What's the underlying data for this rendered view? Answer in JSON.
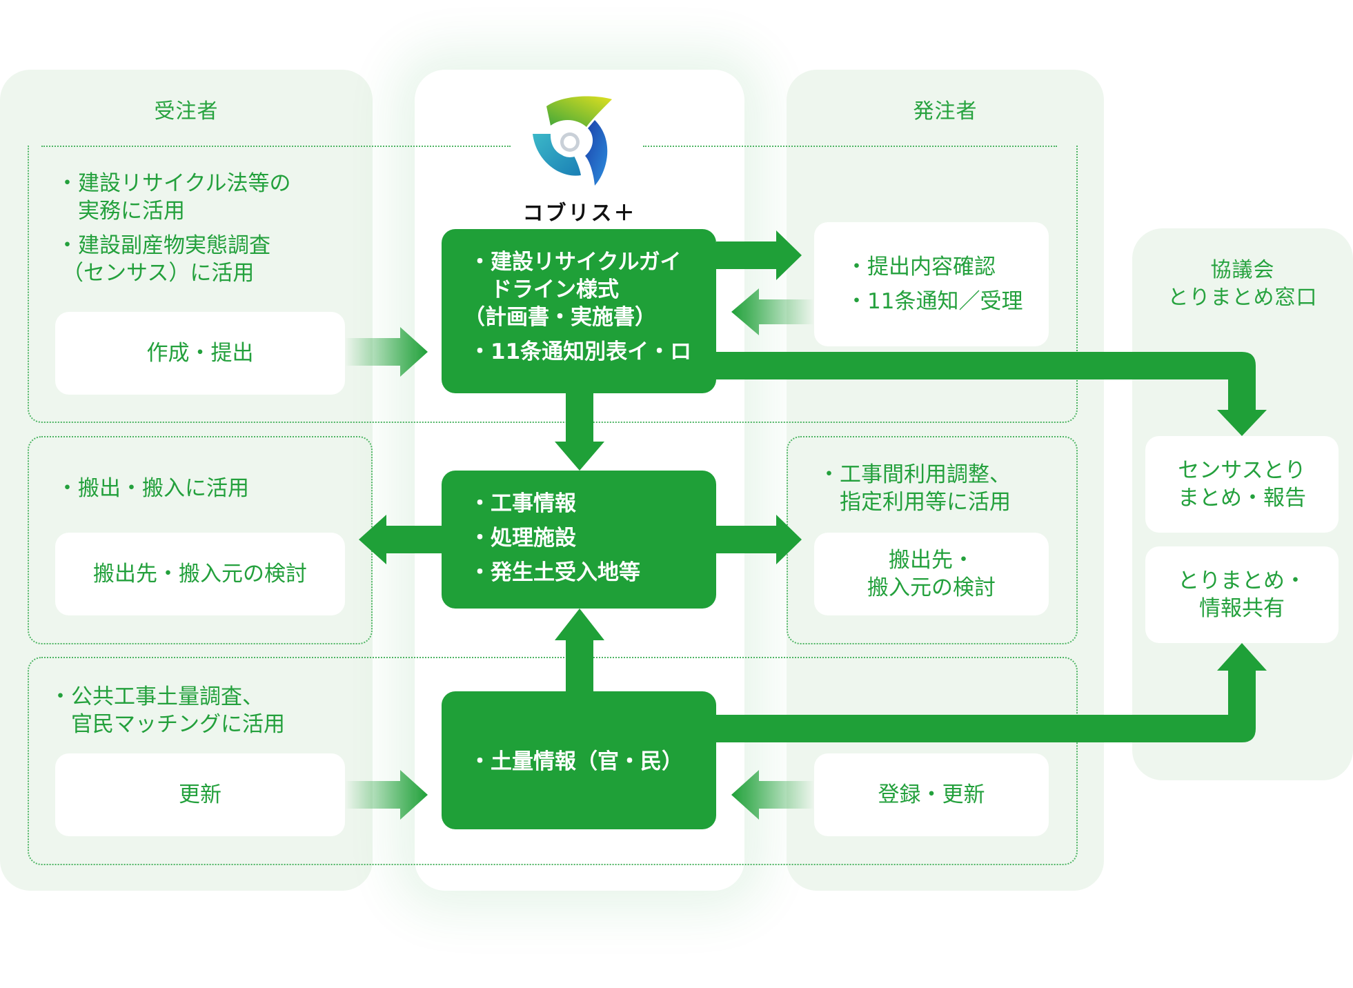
{
  "columns": {
    "contractor": {
      "title": "受注者",
      "section1_notes": [
        "・建設リサイクル法等の",
        "　実務に活用",
        "・建設副産物実態調査",
        "（センサス）に活用"
      ],
      "section1_box": "作成・提出",
      "section2_note": "・搬出・搬入に活用",
      "section2_box": "搬出先・搬入元の検討",
      "section3_notes": [
        "・公共工事土量調査、",
        "　官民マッチングに活用"
      ],
      "section3_box": "更新"
    },
    "center": {
      "logo_text": "コブリス＋",
      "box1_lines": [
        "・建設リサイクルガイ",
        "　ドライン様式",
        "（計画書・実施書）",
        "・11条通知別表イ・ロ"
      ],
      "box2_lines": [
        "・工事情報",
        "・処理施設",
        "・発生土受入地等"
      ],
      "box3_line": "・土量情報（官・民）"
    },
    "orderer": {
      "title": "発注者",
      "section1_box_lines": [
        "・提出内容確認",
        "・11条通知／受理"
      ],
      "section2_notes": [
        "・工事間利用調整、",
        "　指定利用等に活用"
      ],
      "section2_box_lines": [
        "搬出先・",
        "搬入元の検討"
      ],
      "section3_box": "登録・更新"
    },
    "council": {
      "title_lines": [
        "協議会",
        "とりまとめ窓口"
      ],
      "box1_lines": [
        "センサスとり",
        "まとめ・報告"
      ],
      "box2_lines": [
        "とりまとめ・",
        "情報共有"
      ]
    }
  },
  "colors": {
    "accent_green": "#1fa038",
    "panel_bg": "#eef6ee",
    "text_green": "#23a03c"
  },
  "icons": {
    "logo": "copris-swirl-logo"
  }
}
